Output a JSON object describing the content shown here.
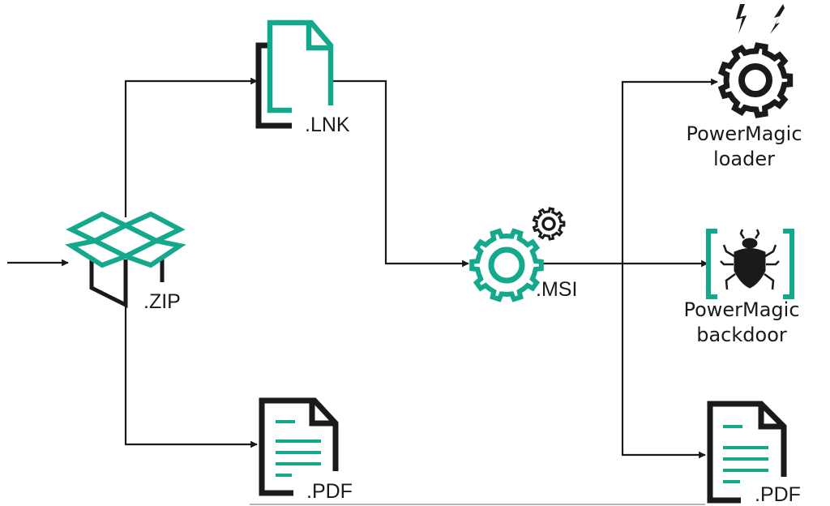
{
  "colors": {
    "accent": "#14a88c",
    "ink": "#1a1a1a",
    "rule": "#9a9a9a"
  },
  "nodes": {
    "zip": {
      "label": ".ZIP",
      "icon": "open-box-icon"
    },
    "lnk": {
      "label": ".LNK",
      "icon": "shortcut-file-icon"
    },
    "pdf_left": {
      "label": ".PDF",
      "icon": "document-icon"
    },
    "msi": {
      "label": ".MSI",
      "icon": "gear-installer-icon"
    },
    "loader": {
      "line1": "PowerMagic",
      "line2": "loader",
      "icon": "gear-lightning-icon"
    },
    "backdoor": {
      "line1": "PowerMagic",
      "line2": "backdoor",
      "icon": "bug-icon"
    },
    "pdf_right": {
      "label": ".PDF",
      "icon": "document-icon"
    }
  }
}
